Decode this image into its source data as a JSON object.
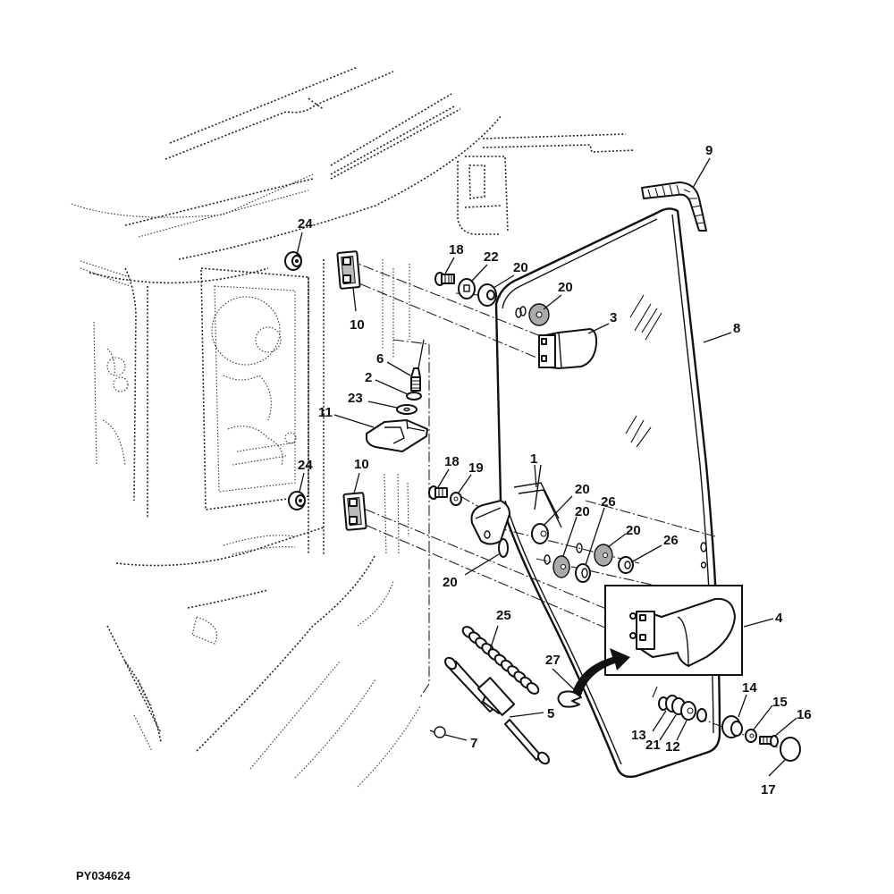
{
  "figure": {
    "reference_code": "PY034624",
    "callouts": [
      {
        "id": "c1",
        "label": "1"
      },
      {
        "id": "c2",
        "label": "2"
      },
      {
        "id": "c3",
        "label": "3"
      },
      {
        "id": "c4",
        "label": "4"
      },
      {
        "id": "c5",
        "label": "5"
      },
      {
        "id": "c6",
        "label": "6"
      },
      {
        "id": "c7",
        "label": "7"
      },
      {
        "id": "c8",
        "label": "8"
      },
      {
        "id": "c9",
        "label": "9"
      },
      {
        "id": "c10a",
        "label": "10"
      },
      {
        "id": "c10b",
        "label": "10"
      },
      {
        "id": "c11",
        "label": "11"
      },
      {
        "id": "c12",
        "label": "12"
      },
      {
        "id": "c13",
        "label": "13"
      },
      {
        "id": "c14",
        "label": "14"
      },
      {
        "id": "c15",
        "label": "15"
      },
      {
        "id": "c16",
        "label": "16"
      },
      {
        "id": "c17",
        "label": "17"
      },
      {
        "id": "c18a",
        "label": "18"
      },
      {
        "id": "c18b",
        "label": "18"
      },
      {
        "id": "c19",
        "label": "19"
      },
      {
        "id": "c20a",
        "label": "20"
      },
      {
        "id": "c20b",
        "label": "20"
      },
      {
        "id": "c20c",
        "label": "20"
      },
      {
        "id": "c20d",
        "label": "20"
      },
      {
        "id": "c20e",
        "label": "20"
      },
      {
        "id": "c20f",
        "label": "20"
      },
      {
        "id": "c21",
        "label": "21"
      },
      {
        "id": "c22",
        "label": "22"
      },
      {
        "id": "c23",
        "label": "23"
      },
      {
        "id": "c24a",
        "label": "24"
      },
      {
        "id": "c24b",
        "label": "24"
      },
      {
        "id": "c25",
        "label": "25"
      },
      {
        "id": "c26a",
        "label": "26"
      },
      {
        "id": "c26b",
        "label": "26"
      },
      {
        "id": "c27",
        "label": "27"
      }
    ]
  }
}
